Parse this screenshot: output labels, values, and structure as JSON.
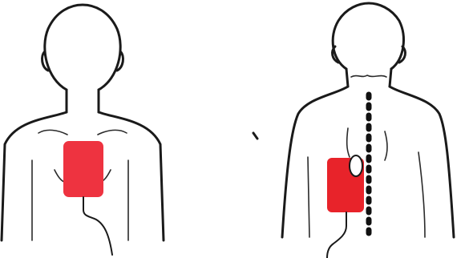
{
  "figure": {
    "panels": [
      {
        "view": "front",
        "pad": {
          "color": "#ee3340"
        }
      },
      {
        "view": "back",
        "pad": {
          "color": "#e8232a"
        },
        "spine": "dashed"
      }
    ],
    "colors": {
      "outline": "#1a1a1a",
      "background": "#ffffff",
      "spine": "#111111"
    }
  }
}
